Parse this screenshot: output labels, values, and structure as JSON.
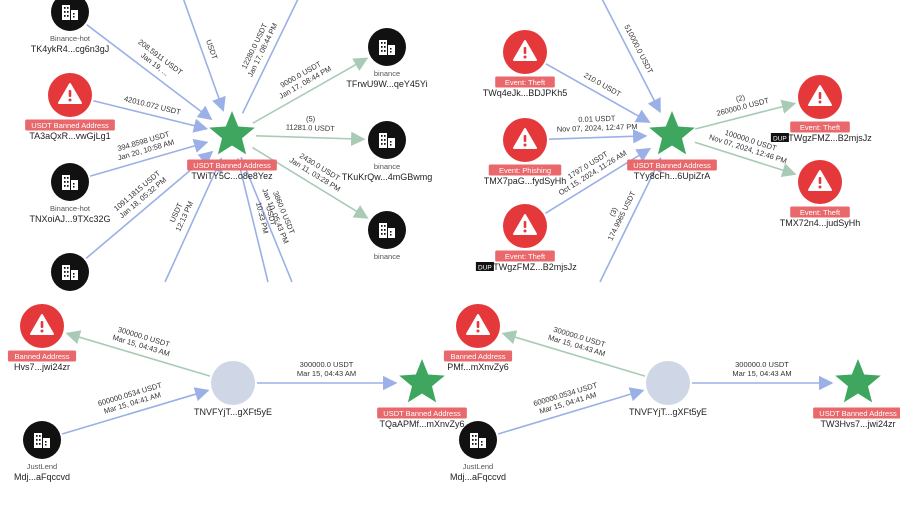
{
  "panels": [
    {
      "id": "top-left",
      "nodes": [
        {
          "id": "tl_a",
          "kind": "exchange",
          "sublabel": "Binance-hot",
          "label": "TK4ykR4...cg6n3gJ"
        },
        {
          "id": "tl_b",
          "kind": "alert",
          "badge": "USDT Banned Address",
          "label": "TA3aQxR...vwGjLg1"
        },
        {
          "id": "tl_c",
          "kind": "exchange",
          "sublabel": "Binance-hot",
          "label": "TNXoiAJ...9TXc32G"
        },
        {
          "id": "tl_d",
          "kind": "exchange"
        },
        {
          "id": "tl_center",
          "kind": "star",
          "badge": "USDT Banned Address",
          "label": "TWiTY5C...o8e8Yez"
        },
        {
          "id": "tl_e",
          "kind": "exchange",
          "sublabel": "binance",
          "label": "TFrwU9W...qeY45Yi"
        },
        {
          "id": "tl_f",
          "kind": "exchange",
          "sublabel": "binance",
          "label": "TKuKrQw...4mGBwmg"
        },
        {
          "id": "tl_g",
          "kind": "exchange",
          "sublabel": "binance"
        }
      ],
      "edges": [
        {
          "from": "tl_a",
          "to": "tl_center",
          "color": "blue",
          "lines": [
            "208.5911 USDT",
            "Jan 19, ..."
          ]
        },
        {
          "from": "tl_edge_top1",
          "to": "tl_center",
          "color": "blue",
          "lines": [
            "USDT"
          ]
        },
        {
          "from": "tl_b",
          "to": "tl_center",
          "color": "blue",
          "lines": [
            "42010.072 USDT"
          ]
        },
        {
          "from": "tl_c",
          "to": "tl_center",
          "color": "blue",
          "lines": [
            "394.8598 USDT",
            "Jan 20, 10:58 AM"
          ]
        },
        {
          "from": "tl_d",
          "to": "tl_center",
          "color": "blue",
          "lines": [
            "1091.1815 USDT",
            "Jan 18, 05:32 PM"
          ]
        },
        {
          "from": "tl_edge_bot1",
          "to": "tl_center",
          "color": "blue",
          "lines": [
            "USDT",
            "12:13 PM"
          ]
        },
        {
          "from": "tl_center",
          "to": "tl_edge_top2",
          "color": "blue",
          "lines": [
            "12280.0 USDT",
            "Jan 17, 08:44 PM"
          ]
        },
        {
          "from": "tl_center",
          "to": "tl_e",
          "color": "green",
          "lines": [
            "9000.0 USDT",
            "Jan 17, 08:44 PM"
          ]
        },
        {
          "from": "tl_center",
          "to": "tl_f",
          "color": "green",
          "lines": [
            "(5)",
            "11281.0 USDT"
          ]
        },
        {
          "from": "tl_center",
          "to": "tl_g",
          "color": "green",
          "lines": [
            "2430.0 USDT",
            "Jan 11, 03:28 PM"
          ]
        },
        {
          "from": "tl_center",
          "to": "tl_edge_bot2",
          "color": "blue",
          "lines": [
            "3860.0 USDT",
            "Jan 10, 05:43 PM"
          ]
        },
        {
          "from": "tl_center",
          "to": "tl_edge_bot3",
          "color": "blue",
          "lines": [
            "USDT",
            "10:33 PM"
          ]
        }
      ]
    },
    {
      "id": "top-right",
      "nodes": [
        {
          "id": "tr_a",
          "kind": "alert",
          "badge": "Event: Theft",
          "label": "TWq4eJk...BDJPKh5"
        },
        {
          "id": "tr_b",
          "kind": "alert",
          "badge": "Event: Phishing",
          "label": "TMX7paG...fydSyHh"
        },
        {
          "id": "tr_c",
          "kind": "alert",
          "badge": "Event: Theft",
          "label": "TWgzFMZ...B2mjsJz",
          "tag": "DUP"
        },
        {
          "id": "tr_center",
          "kind": "star",
          "badge": "USDT Banned Address",
          "label": "TYy8cFh...6UpiZrA"
        },
        {
          "id": "tr_d",
          "kind": "alert",
          "badge": "Event: Theft",
          "label": "TWgzFMZ...B2mjsJz",
          "tag": "DUP"
        },
        {
          "id": "tr_e",
          "kind": "alert",
          "badge": "Event: Theft",
          "label": "TMX72n4...judSyHh"
        }
      ],
      "edges": [
        {
          "from": "tr_edge_top1",
          "to": "tr_center",
          "color": "blue",
          "lines": [
            "510000.0 USDT"
          ]
        },
        {
          "from": "tr_a",
          "to": "tr_center",
          "color": "blue",
          "lines": [
            "210.0 USDT"
          ]
        },
        {
          "from": "tr_b",
          "to": "tr_center",
          "color": "blue",
          "lines": [
            "0.01 USDT",
            "Nov 07, 2024, 12:47 PM"
          ]
        },
        {
          "from": "tr_c",
          "to": "tr_center",
          "color": "blue",
          "lines": [
            "1797.0 USDT",
            "Oct 15, 2024, 11:26 AM"
          ]
        },
        {
          "from": "tr_edge_bot1",
          "to": "tr_center",
          "color": "blue",
          "lines": [
            "(3)",
            "174.9965 USDT"
          ]
        },
        {
          "from": "tr_center",
          "to": "tr_d",
          "color": "green",
          "lines": [
            "(2)",
            "260000.0 USDT"
          ]
        },
        {
          "from": "tr_center",
          "to": "tr_e",
          "color": "green",
          "lines": [
            "100000.0 USDT",
            "Nov 07, 2024, 12:46 PM"
          ]
        }
      ]
    },
    {
      "id": "bottom-left",
      "nodes": [
        {
          "id": "bl_a",
          "kind": "alert",
          "badge": "Banned Address",
          "label": "Hvs7...jwi24zr"
        },
        {
          "id": "bl_b",
          "kind": "exchange",
          "sublabel": "JustLend",
          "label": "Mdj...aFqccvd"
        },
        {
          "id": "bl_mid",
          "kind": "circle",
          "label": "TNVFYjT...gXFt5yE"
        },
        {
          "id": "bl_c",
          "kind": "star",
          "badge": "USDT Banned Address",
          "label": "TQaAPMf...mXnvZy6"
        }
      ],
      "edges": [
        {
          "from": "bl_mid",
          "to": "bl_a",
          "color": "green",
          "lines": [
            "300000.0 USDT",
            "Mar 15, 04:43 AM"
          ]
        },
        {
          "from": "bl_b",
          "to": "bl_mid",
          "color": "blue",
          "lines": [
            "600000.0534 USDT",
            "Mar 15, 04:41 AM"
          ]
        },
        {
          "from": "bl_mid",
          "to": "bl_c",
          "color": "blue",
          "lines": [
            "300000.0 USDT",
            "Mar 15, 04:43 AM"
          ]
        }
      ]
    },
    {
      "id": "bottom-right",
      "nodes": [
        {
          "id": "br_a",
          "kind": "alert",
          "badge": "Banned Address",
          "label": "PMf...mXnvZy6"
        },
        {
          "id": "br_b",
          "kind": "exchange",
          "sublabel": "JustLend",
          "label": "Mdj...aFqccvd"
        },
        {
          "id": "br_mid",
          "kind": "circle",
          "label": "TNVFYjT...gXFt5yE"
        },
        {
          "id": "br_c",
          "kind": "star",
          "badge": "USDT Banned Address",
          "label": "TW3Hvs7...jwi24zr"
        }
      ],
      "edges": [
        {
          "from": "br_mid",
          "to": "br_a",
          "color": "green",
          "lines": [
            "300000.0 USDT",
            "Mar 15, 04:43 AM"
          ]
        },
        {
          "from": "br_b",
          "to": "br_mid",
          "color": "blue",
          "lines": [
            "600000.0534 USDT",
            "Mar 15, 04:41 AM"
          ]
        },
        {
          "from": "br_mid",
          "to": "br_c",
          "color": "blue",
          "lines": [
            "300000.0 USDT",
            "Mar 15, 04:43 AM"
          ]
        }
      ]
    }
  ],
  "colors": {
    "alert": "#e5383b",
    "badge": "#e8686b",
    "star": "#3ea65f",
    "exchange": "#111111",
    "circle": "#cfd6e6",
    "edge_blue": "#9bb0e6",
    "edge_green": "#a9cbb5",
    "dup_tag": "#111111"
  }
}
